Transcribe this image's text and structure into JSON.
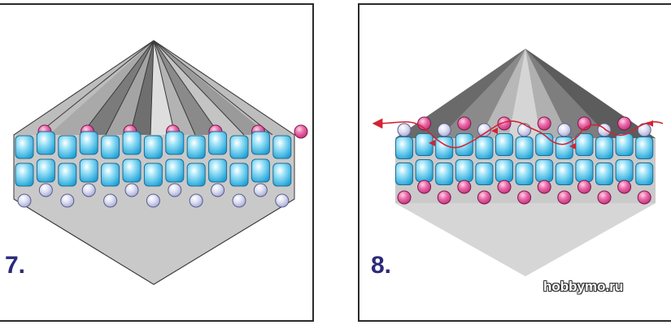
{
  "panels": [
    {
      "step_label": "7."
    },
    {
      "step_label": "8."
    }
  ],
  "watermark": "hobbymo.ru",
  "colors": {
    "label": "#2b2a78",
    "cyan_bead": "#35b9e6",
    "pink_bead": "#e0559a",
    "lavender_bead": "#c9cbe6",
    "thread": "#d32332",
    "frame": "#2b2b2b"
  },
  "icons": [
    "cyan-bead-icon",
    "pink-bead-icon",
    "lavender-bead-icon",
    "thread-arrow-icon"
  ]
}
